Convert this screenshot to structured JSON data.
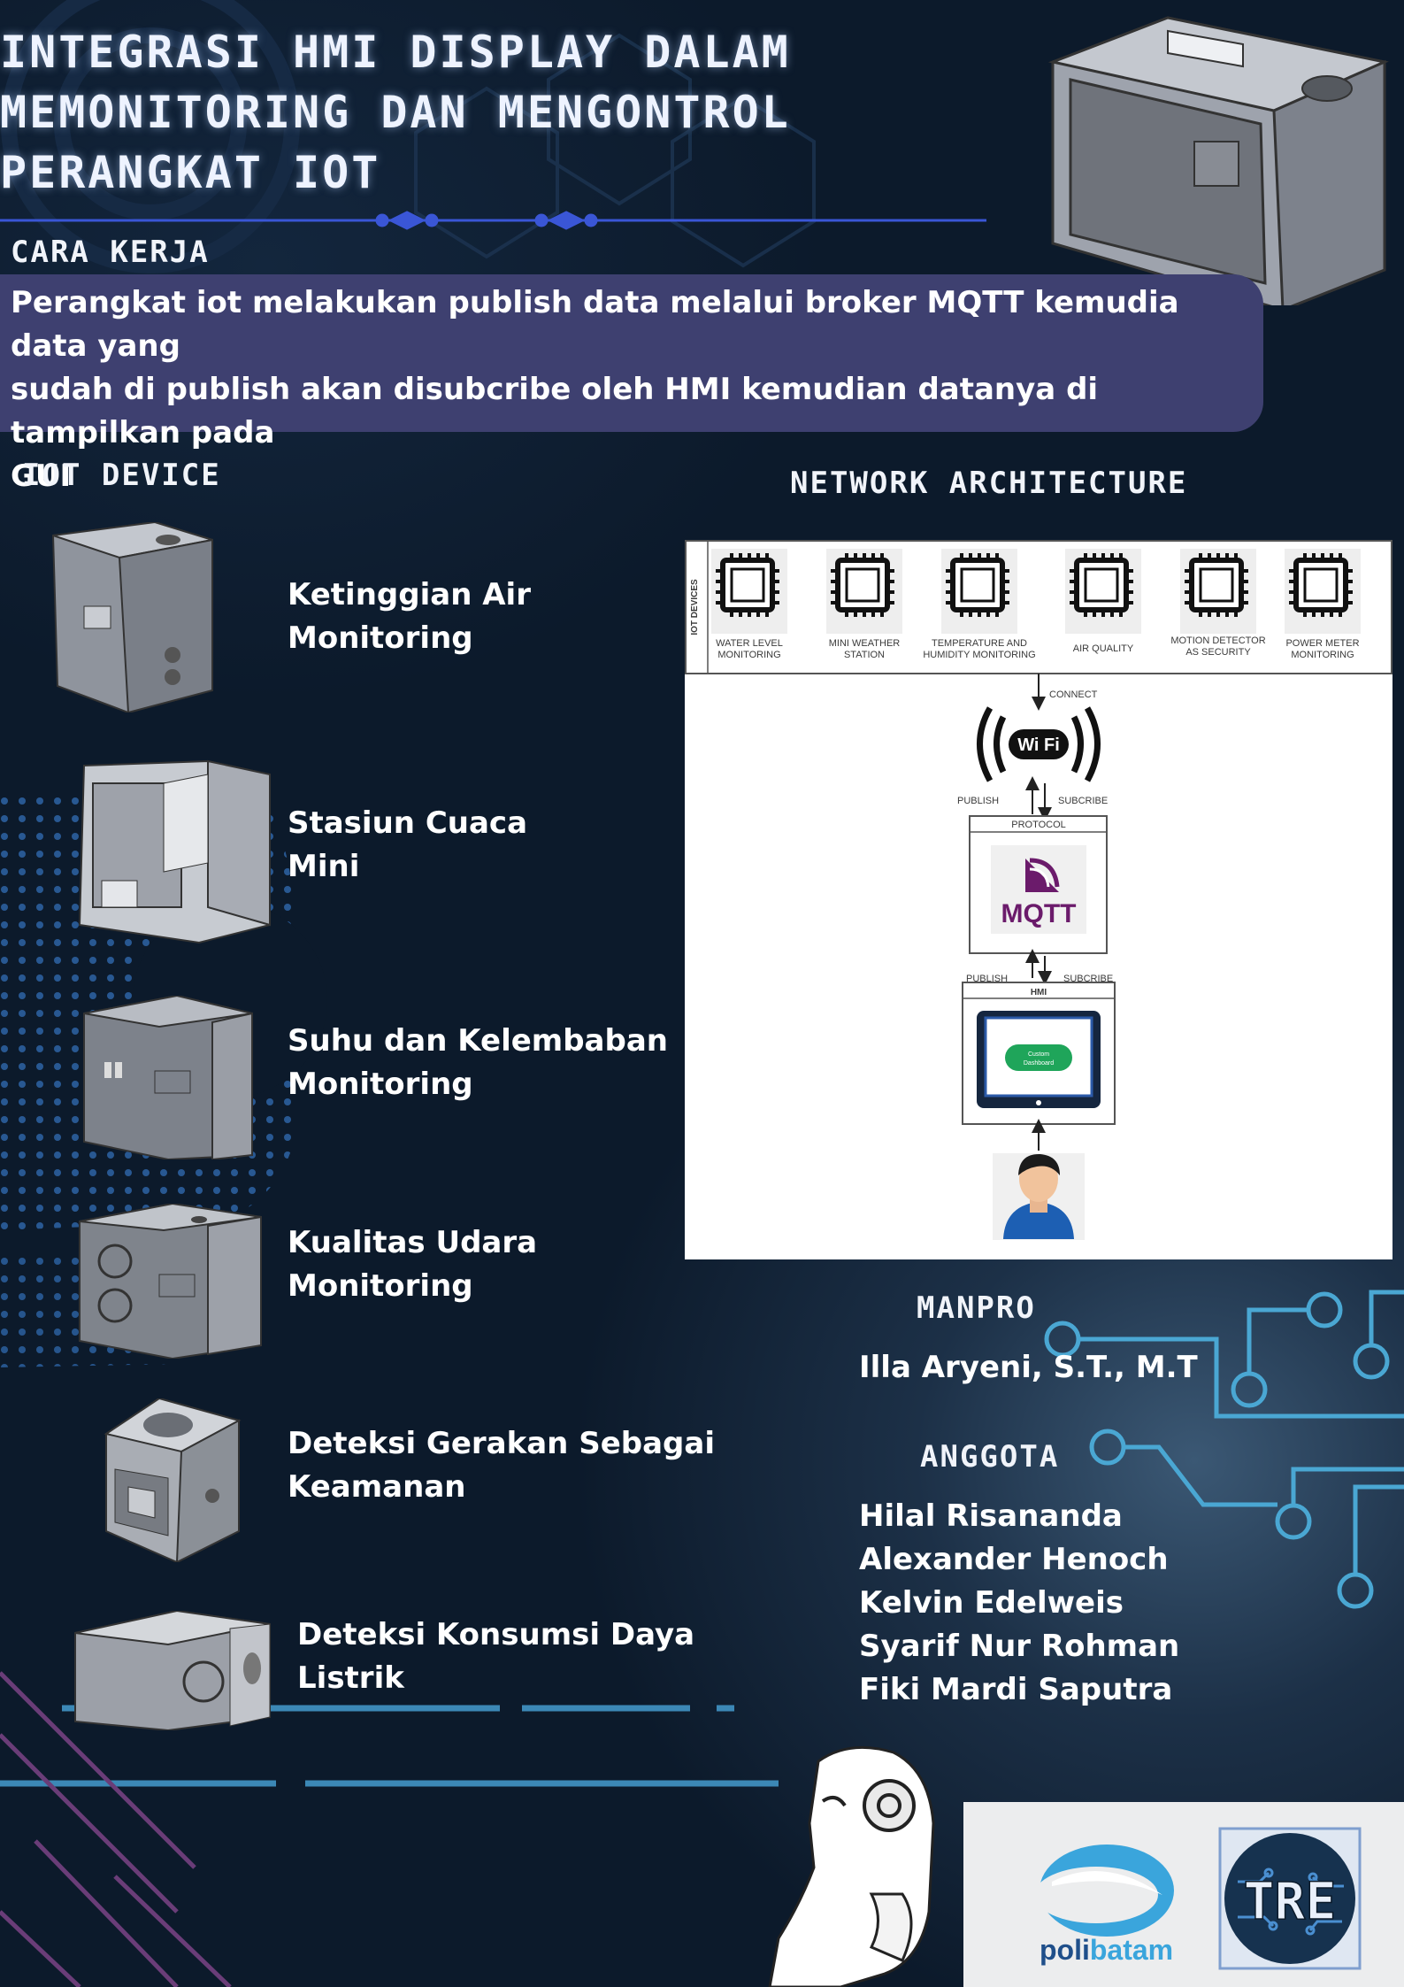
{
  "title": {
    "lines": [
      "INTEGRASI HMI DISPLAY DALAM",
      "MEMONITORING DAN MENGONTROL",
      "PERANGKAT IOT"
    ]
  },
  "cara_kerja": {
    "heading": "CARA KERJA",
    "lines": [
      "Perangkat iot melakukan publish data melalui broker MQTT kemudia data yang",
      "sudah di publish akan disubcribe oleh HMI kemudian datanya di tampilkan pada",
      "GUI"
    ]
  },
  "iot_device": {
    "heading": "IOT DEVICE",
    "items": [
      {
        "line1": "Ketinggian Air",
        "line2": "Monitoring"
      },
      {
        "line1": "Stasiun Cuaca",
        "line2": "Mini"
      },
      {
        "line1": "Suhu  dan Kelembaban",
        "line2": "Monitoring"
      },
      {
        "line1": "Kualitas Udara",
        "line2": "Monitoring"
      },
      {
        "line1": "Deteksi  Gerakan Sebagai",
        "line2": "Keamanan"
      },
      {
        "line1": "Deteksi Konsumsi Daya",
        "line2": "Listrik"
      }
    ]
  },
  "network": {
    "heading": "NETWORK ARCHITECTURE",
    "side_label": "IOT DEVICES",
    "devices": [
      {
        "line1": "WATER LEVEL",
        "line2": "MONITORING"
      },
      {
        "line1": "MINI WEATHER",
        "line2": "STATION"
      },
      {
        "line1": "TEMPERATURE AND",
        "line2": "HUMIDITY MONITORING"
      },
      {
        "line1": "AIR QUALITY",
        "line2": ""
      },
      {
        "line1": "MOTION DETECTOR",
        "line2": "AS SECURITY"
      },
      {
        "line1": "POWER METER",
        "line2": "MONITORING"
      }
    ],
    "connect": "CONNECT",
    "wifi": "Wi Fi",
    "publish": "PUBLISH",
    "subcribe": "SUBCRIBE",
    "protocol": "PROTOCOL",
    "mqtt": "MQTT",
    "hmi": "HMI",
    "dashboard_line1": "Custom",
    "dashboard_line2": "Dashboard"
  },
  "manpro": {
    "heading": "MANPRO",
    "name": "Illa Aryeni, S.T., M.T"
  },
  "anggota": {
    "heading": "ANGGOTA",
    "members": [
      "Hilal Risananda",
      "Alexander Henoch",
      "Kelvin Edelweis",
      "Syarif Nur Rohman",
      "Fiki Mardi Saputra"
    ]
  },
  "logos": {
    "polibatam_part1": "poli",
    "polibatam_part2": "batam",
    "tre": "TRE"
  },
  "colors": {
    "background": "#0c1a2b",
    "description_box": "#3e4070",
    "circuit": "#4aa7d3",
    "mqtt": "#6b1b6b",
    "dashboard_button": "#1fa55a",
    "decor_purple": "#6a3d78"
  }
}
